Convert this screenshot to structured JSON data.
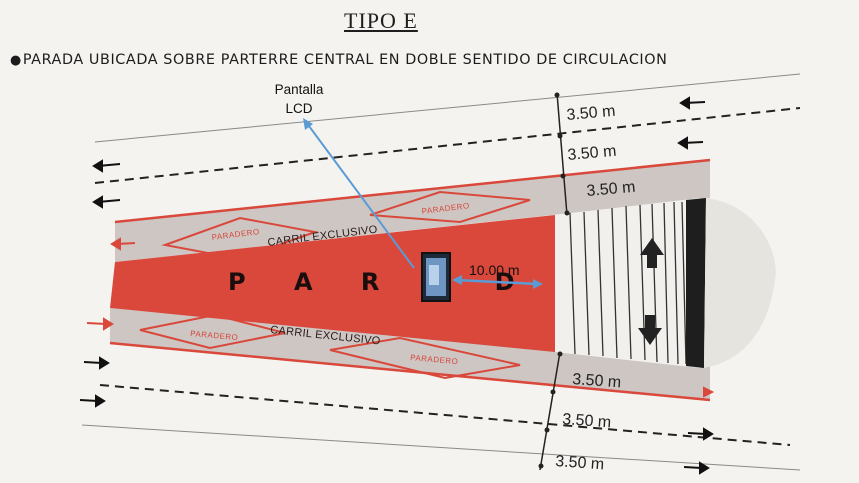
{
  "header": {
    "title": "TIPO E",
    "subtitle": "PARADA UBICADA SOBRE PARTERRE CENTRAL EN DOBLE SENTIDO DE CIRCULACION",
    "bullet": "●"
  },
  "annotation": {
    "screen_label_line1": "Pantalla",
    "screen_label_line2": "LCD",
    "distance_label": "10.00 m"
  },
  "lanes": {
    "top": [
      "3.50  m",
      "3.50  m",
      "3.50  m"
    ],
    "bottom": [
      "3.50  m",
      "3.50  m",
      "3.50  m"
    ]
  },
  "platform": {
    "stop_text": "P A R A D",
    "lane_label_top": "CARRIL  EXCLUSIVO",
    "lane_label_bottom": "CARRIL  EXCLUSIVO",
    "sign_label": "PARADERO"
  },
  "colors": {
    "platform_red": "#d9483b",
    "lane_gray": "#c9c2bf",
    "arrow_blue": "#5b9bd5",
    "line_dark": "#1a1a1a"
  }
}
